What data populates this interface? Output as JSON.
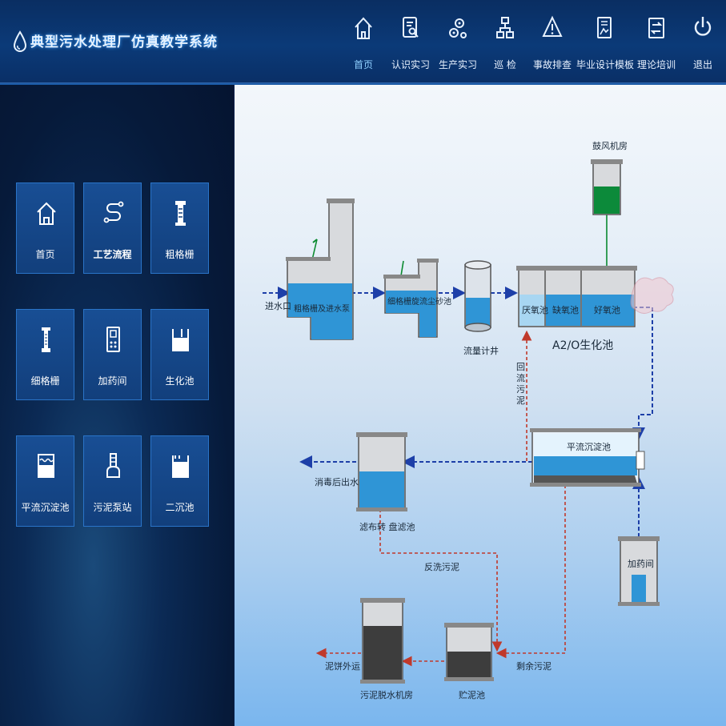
{
  "app": {
    "title": "典型污水处理厂仿真教学系统"
  },
  "nav": [
    {
      "label": "首页",
      "icon": "home-icon"
    },
    {
      "label": "认识实习",
      "icon": "document-search-icon"
    },
    {
      "label": "生产实习",
      "icon": "gears-icon"
    },
    {
      "label": "巡 检",
      "icon": "hierarchy-icon"
    },
    {
      "label": "事故排查",
      "icon": "warning-icon"
    },
    {
      "label": "毕业设计模板",
      "icon": "blueprint-icon"
    },
    {
      "label": "理论培训",
      "icon": "exchange-icon"
    },
    {
      "label": "退出",
      "icon": "power-icon"
    }
  ],
  "sidebar": [
    {
      "label": "首页",
      "icon": "home-icon"
    },
    {
      "label": "工艺流程",
      "icon": "flow-icon"
    },
    {
      "label": "粗格栅",
      "icon": "coarse-screen-icon"
    },
    {
      "label": "细格栅",
      "icon": "fine-screen-icon"
    },
    {
      "label": "加药间",
      "icon": "dosing-room-icon"
    },
    {
      "label": "生化池",
      "icon": "bio-tank-icon"
    },
    {
      "label": "平流沉淀池",
      "icon": "sedimentation-tank-icon"
    },
    {
      "label": "污泥泵站",
      "icon": "sludge-pump-icon"
    },
    {
      "label": "二沉池",
      "icon": "secondary-clarifier-icon"
    }
  ],
  "diagram": {
    "inlet": "进水口",
    "coarse_screen": "粗格栅及进水泵",
    "fine_screen": "细格栅旋流尘砂池",
    "flow_meter": "流量计井",
    "blower": "鼓风机房",
    "anaerobic": "厌氧池",
    "anoxic": "缺氧池",
    "aerobic": "好氧池",
    "a2o": "A2/O生化池",
    "return_sludge": "回流污泥",
    "sedimentation": "平流沉淀池",
    "disinfected": "消毒后出水",
    "cloth_filter": "滤布转 盘滤池",
    "backwash": "反洗污泥",
    "dosing": "加药间",
    "cake": "泥饼外运",
    "dewater": "污泥脱水机房",
    "storage": "贮泥池",
    "excess": "剩余污泥"
  },
  "colors": {
    "water": "#2f95d6",
    "water_light": "#9fd3f2",
    "sludge": "#3d3d3d",
    "flow_blue": "#1d3fa8",
    "flow_red": "#c0392b",
    "green": "#0a8a2f"
  }
}
